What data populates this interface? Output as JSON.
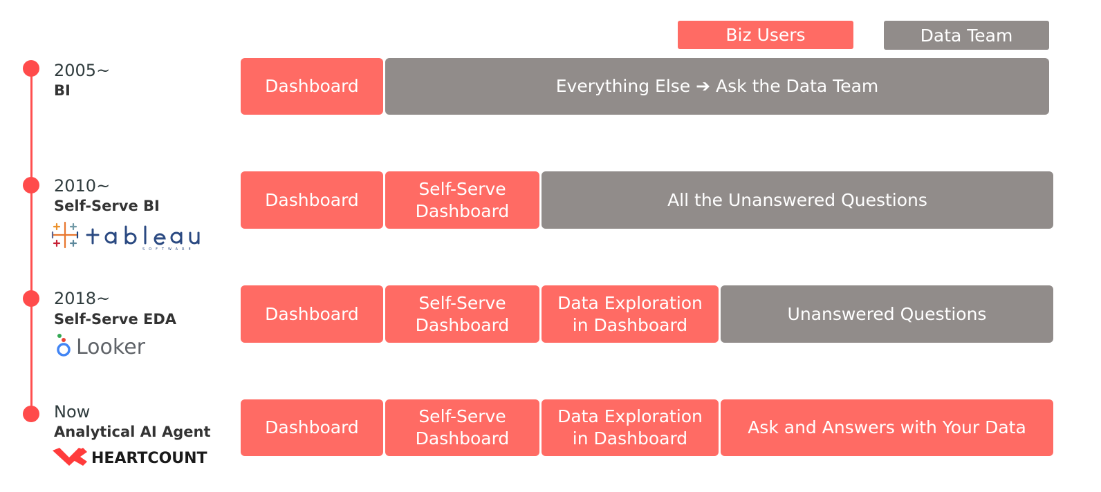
{
  "legend": {
    "biz_users": "Biz Users",
    "data_team": "Data Team"
  },
  "colors": {
    "biz": "#ff6b64",
    "data_team": "#918c8a",
    "timeline": "#ff4f4f"
  },
  "rows": [
    {
      "year": "2005~",
      "era": "BI",
      "logo": "",
      "boxes": [
        {
          "label": "Dashboard",
          "owner": "biz"
        },
        {
          "label": "Everything Else ➔ Ask the Data Team",
          "owner": "data_team"
        }
      ]
    },
    {
      "year": "2010~",
      "era": "Self-Serve BI",
      "logo": "tableau",
      "boxes": [
        {
          "label": "Dashboard",
          "owner": "biz"
        },
        {
          "label": "Self-Serve\nDashboard",
          "owner": "biz"
        },
        {
          "label": "All the Unanswered Questions",
          "owner": "data_team"
        }
      ]
    },
    {
      "year": "2018~",
      "era": "Self-Serve EDA",
      "logo": "Looker",
      "boxes": [
        {
          "label": "Dashboard",
          "owner": "biz"
        },
        {
          "label": "Self-Serve\nDashboard",
          "owner": "biz"
        },
        {
          "label": "Data Exploration\nin Dashboard",
          "owner": "biz"
        },
        {
          "label": "Unanswered Questions",
          "owner": "data_team"
        }
      ]
    },
    {
      "year": "Now",
      "era": "Analytical AI Agent",
      "logo": "HEARTCOUNT",
      "boxes": [
        {
          "label": "Dashboard",
          "owner": "biz"
        },
        {
          "label": "Self-Serve\nDashboard",
          "owner": "biz"
        },
        {
          "label": "Data Exploration\nin Dashboard",
          "owner": "biz"
        },
        {
          "label": "Ask and Answers with Your Data",
          "owner": "biz"
        }
      ]
    }
  ]
}
